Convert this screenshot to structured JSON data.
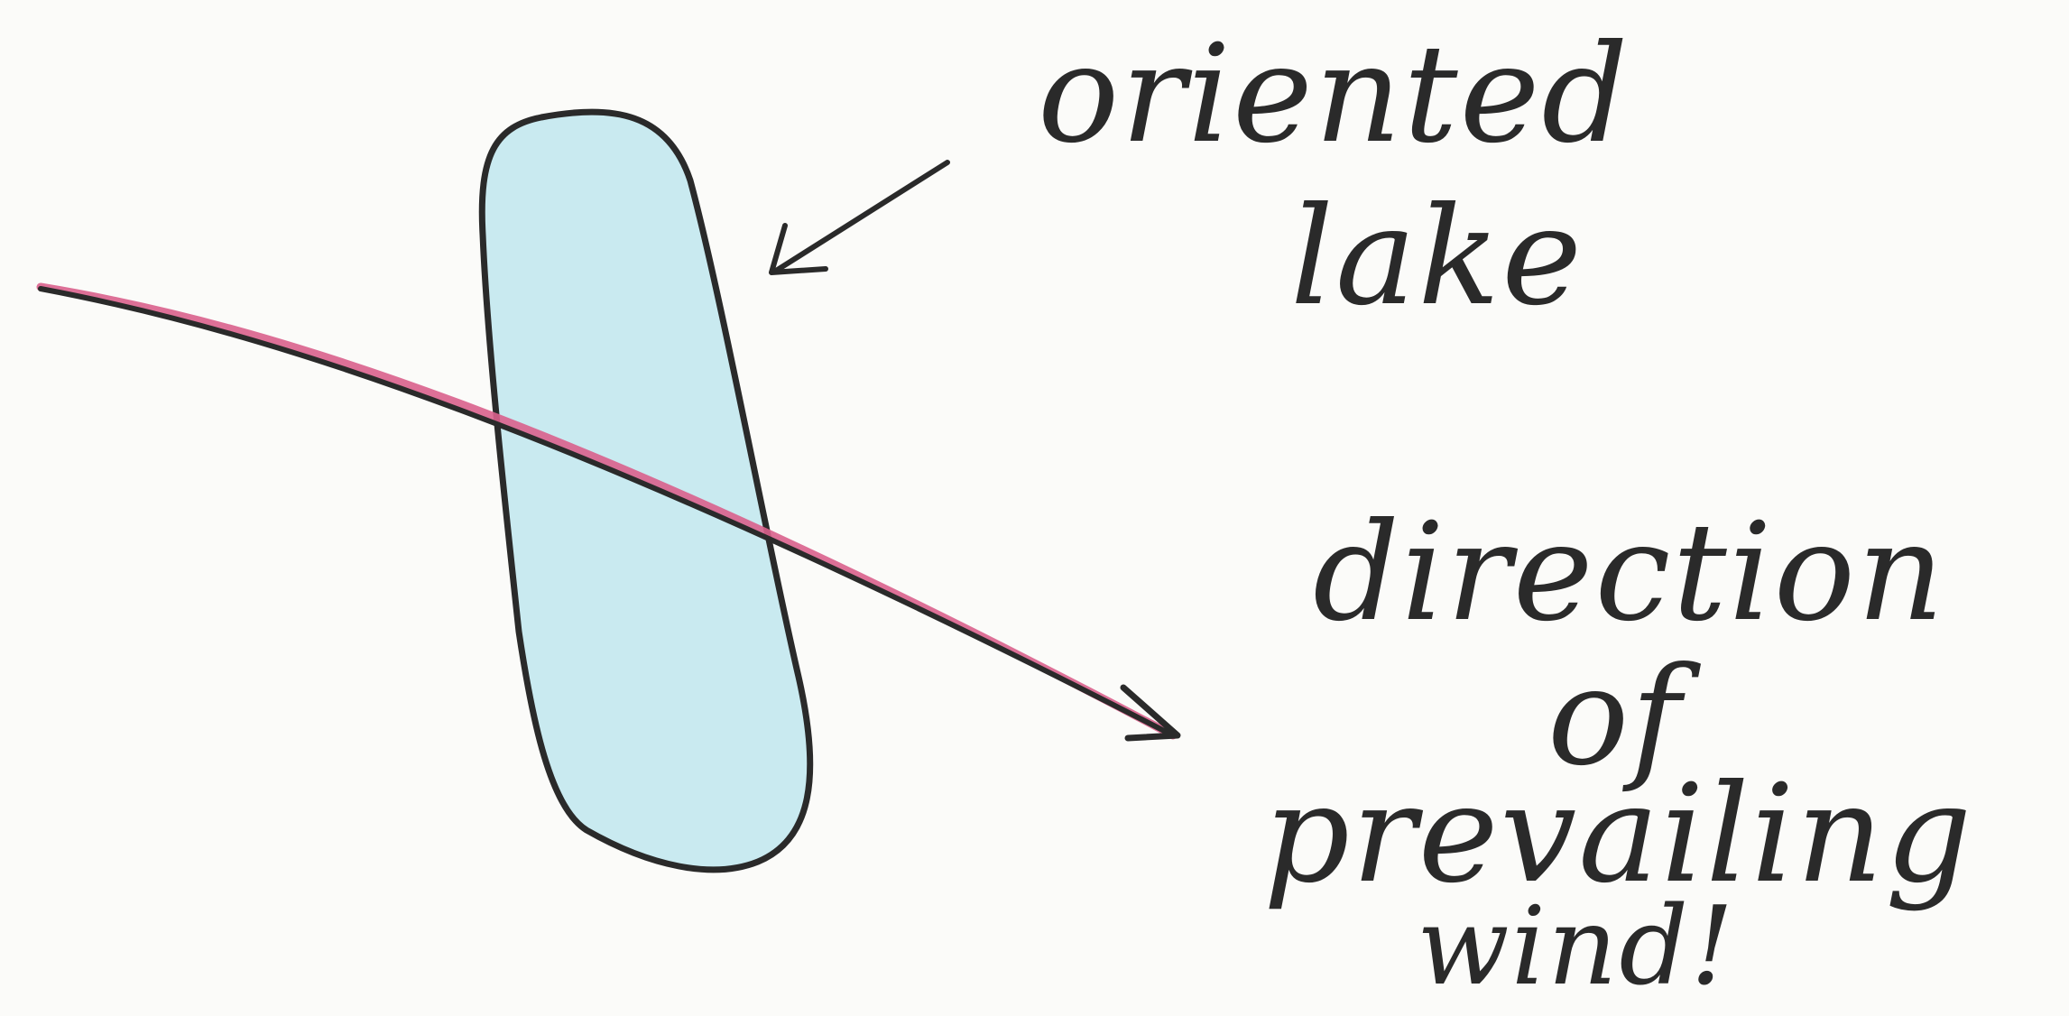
{
  "labels": {
    "oriented": "oriented",
    "lake": "lake",
    "direction": "direction",
    "of": "of",
    "prevailing": "prevailing",
    "wind": "wind!"
  },
  "colors": {
    "ink": "#2a2a2a",
    "lake_fill": "#bfe6ee",
    "wind_line_pink": "#d9608c",
    "paper": "#fbfbf9"
  }
}
